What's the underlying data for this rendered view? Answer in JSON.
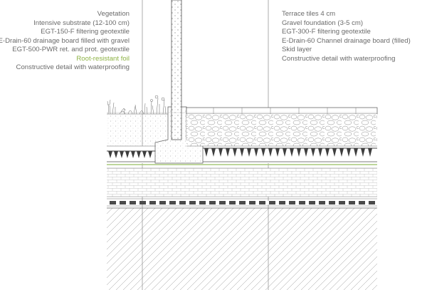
{
  "left_labels": [
    {
      "text": "Vegetation"
    },
    {
      "text": "Intensive substrate (12-100 cm)"
    },
    {
      "text": "EGT-150-F filtering geotextile"
    },
    {
      "text": "E-Drain-60 drainage board filled with gravel"
    },
    {
      "text": "EGT-500-PWR ret. and prot. geotextile"
    },
    {
      "text": "Root-resistant foil",
      "highlight": true
    },
    {
      "text": "Constructive detail with waterproofing"
    }
  ],
  "right_labels": [
    {
      "text": "Terrace tiles 4 cm"
    },
    {
      "text": "Gravel foundation (3-5 cm)"
    },
    {
      "text": "EGT-300-F filtering geotextile"
    },
    {
      "text": "E-Drain-60 Channel drainage board (filled)"
    },
    {
      "text": "Skid layer"
    },
    {
      "text": "Constructive detail with waterproofing"
    }
  ],
  "colors": {
    "label_text": "#6b6b6b",
    "highlight": "#8db244",
    "line": "#555555",
    "foil": "#a9c97a"
  }
}
